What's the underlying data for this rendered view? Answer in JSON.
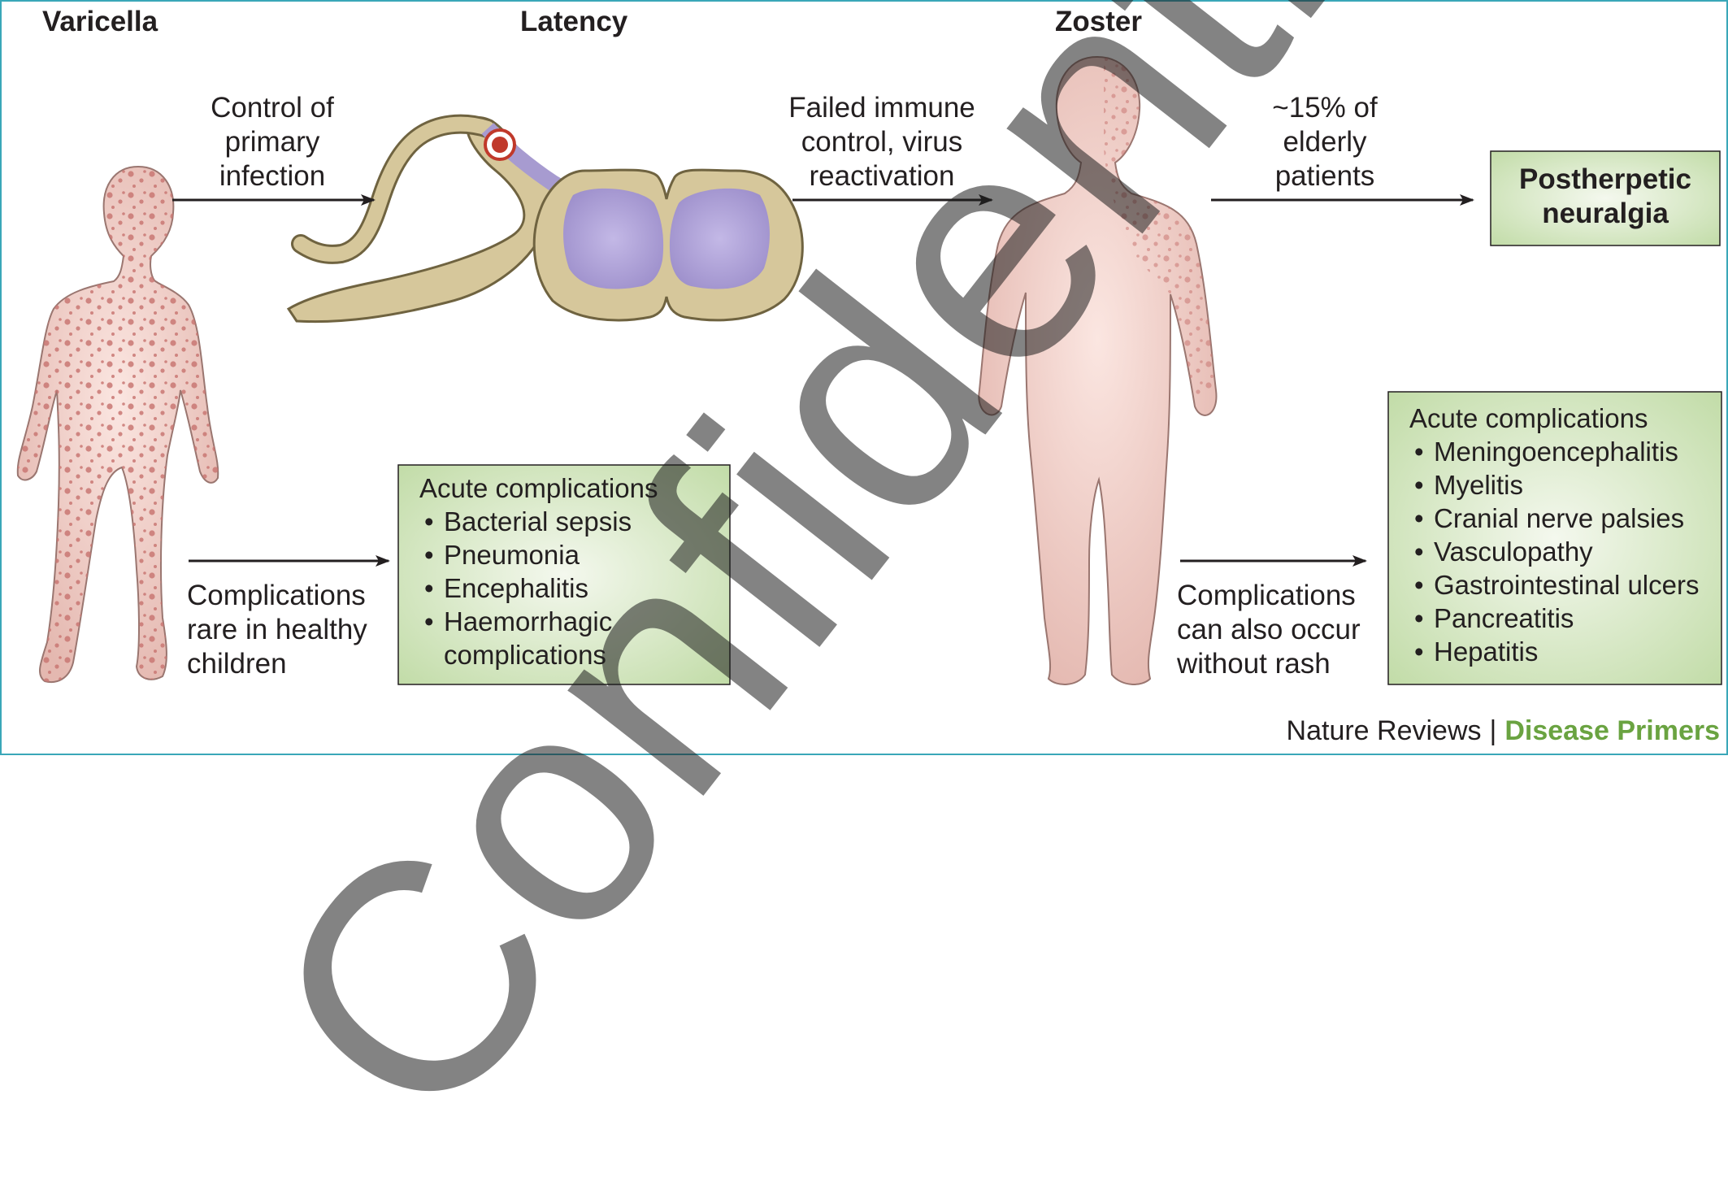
{
  "headers": {
    "varicella": "Varicella",
    "latency": "Latency",
    "zoster": "Zoster"
  },
  "arrow_labels": {
    "control_primary": [
      "Control of",
      "primary",
      "infection"
    ],
    "failed_immune": [
      "Failed immune",
      "control, virus",
      "reactivation"
    ],
    "elderly": [
      "~15% of",
      "elderly",
      "patients"
    ],
    "complications_children": [
      "Complications",
      "rare in healthy",
      "children"
    ],
    "complications_no_rash": [
      "Complications",
      "can also occur",
      "without rash"
    ]
  },
  "pain_box": {
    "label": [
      "Postherpetic",
      "neuralgia"
    ]
  },
  "varicella_box": {
    "title": "Acute complications",
    "items": [
      "Bacterial sepsis",
      "Pneumonia",
      "Encephalitis",
      "Haemorrhagic complications"
    ]
  },
  "zoster_box": {
    "title": "Acute complications",
    "items": [
      "Meningoencephalitis",
      "Myelitis",
      "Cranial nerve palsies",
      "Vasculopathy",
      "Gastrointestinal ulcers",
      "Pancreatitis",
      "Hepatitis"
    ]
  },
  "watermark": "Confidential",
  "footer": {
    "publication": "Nature Reviews",
    "separator": "|",
    "series": "Disease Primers"
  },
  "colors": {
    "frame": "#3aa7b8",
    "skin": "#f1cdc6",
    "rash": "#c97773",
    "ganglion": "#d6c79b",
    "grey_matter": "#a79bd0",
    "box_green": "#c2dca8",
    "series_green": "#6aa341"
  }
}
